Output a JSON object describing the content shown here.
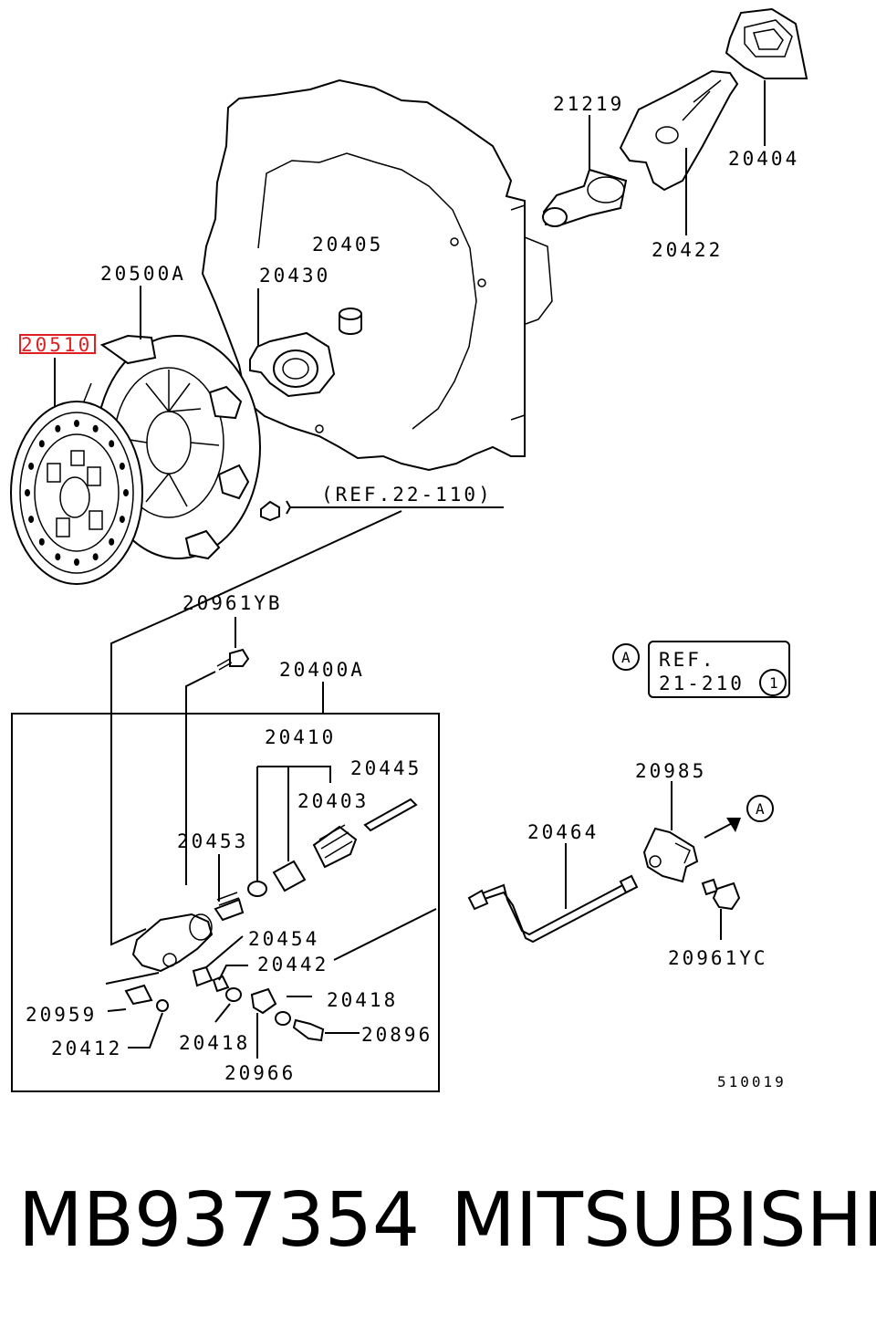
{
  "labels": {
    "p21219": "21219",
    "p20404": "20404",
    "p20422": "20422",
    "p20405": "20405",
    "p20430": "20430",
    "p20500A": "20500A",
    "p20510": "20510",
    "ref22110": "(REF.22-110)",
    "p20961YB": "20961YB",
    "p20400A": "20400A",
    "p20410": "20410",
    "p20445": "20445",
    "p20403": "20403",
    "p20453": "20453",
    "p20454": "20454",
    "p20442": "20442",
    "p20959": "20959",
    "p20412": "20412",
    "p20418a": "20418",
    "p20418b": "20418",
    "p20896": "20896",
    "p20966": "20966",
    "p20464": "20464",
    "p20985": "20985",
    "p20961YC": "20961YC",
    "refBoxLine1": "REF.",
    "refBoxLine2": "21-210",
    "refBoxCircled": "1",
    "circleA1": "A",
    "circleA2": "A",
    "diagramNo": "510019"
  },
  "footer": {
    "part_number": "MB937354",
    "brand": "MITSUBISHI"
  },
  "colors": {
    "highlight": "#e02020",
    "ink": "#000000"
  }
}
